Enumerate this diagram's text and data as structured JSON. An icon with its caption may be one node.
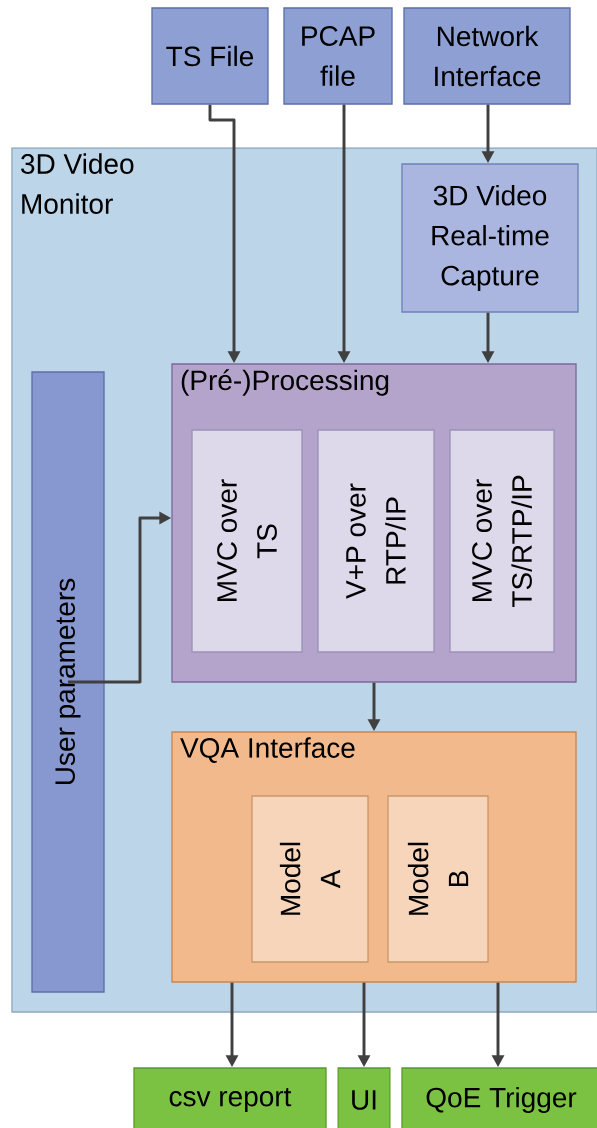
{
  "diagram": {
    "nodes": [
      {
        "text": [
          "TS File"
        ]
      },
      {
        "text": [
          "PCAP file"
        ]
      },
      {
        "text": [
          "Network Interface"
        ]
      },
      {
        "text": [
          "3D Video Monitor"
        ]
      },
      {
        "text": [
          "3D Video Real-time Capture"
        ],
        "in": 3
      },
      {
        "text": [
          "User parameters"
        ],
        "in": 3
      },
      {
        "text": [
          "(Pré-)Processing"
        ],
        "in": 3
      },
      {
        "text": [
          "MVC over TS"
        ],
        "in": 6
      },
      {
        "text": [
          "V+P over RTP/IP"
        ],
        "in": 6
      },
      {
        "text": [
          "MVC over TS/RTP/IP"
        ],
        "in": 6
      },
      {
        "text": [
          "VQA Interface"
        ],
        "in": 3
      },
      {
        "text": [
          "Model A"
        ],
        "in": 10
      },
      {
        "text": [
          "Model B"
        ],
        "in": 10
      },
      {
        "text": [
          "csv report"
        ]
      },
      {
        "text": [
          "UI"
        ]
      },
      {
        "text": [
          "QoE Trigger"
        ]
      }
    ],
    "edges": [
      {
        "from": 0,
        "to": 6,
        "arrow": "to"
      },
      {
        "from": 1,
        "to": 6,
        "arrow": "to"
      },
      {
        "from": 2,
        "to": 4,
        "arrow": "to"
      },
      {
        "from": 4,
        "to": 6,
        "arrow": "to"
      },
      {
        "from": 5,
        "to": 6,
        "arrow": "to"
      },
      {
        "from": 6,
        "to": 10,
        "arrow": "to"
      },
      {
        "from": 10,
        "to": 13,
        "arrow": "to"
      },
      {
        "from": 10,
        "to": 14,
        "arrow": "to"
      },
      {
        "from": 10,
        "to": 15,
        "arrow": "to"
      }
    ]
  }
}
